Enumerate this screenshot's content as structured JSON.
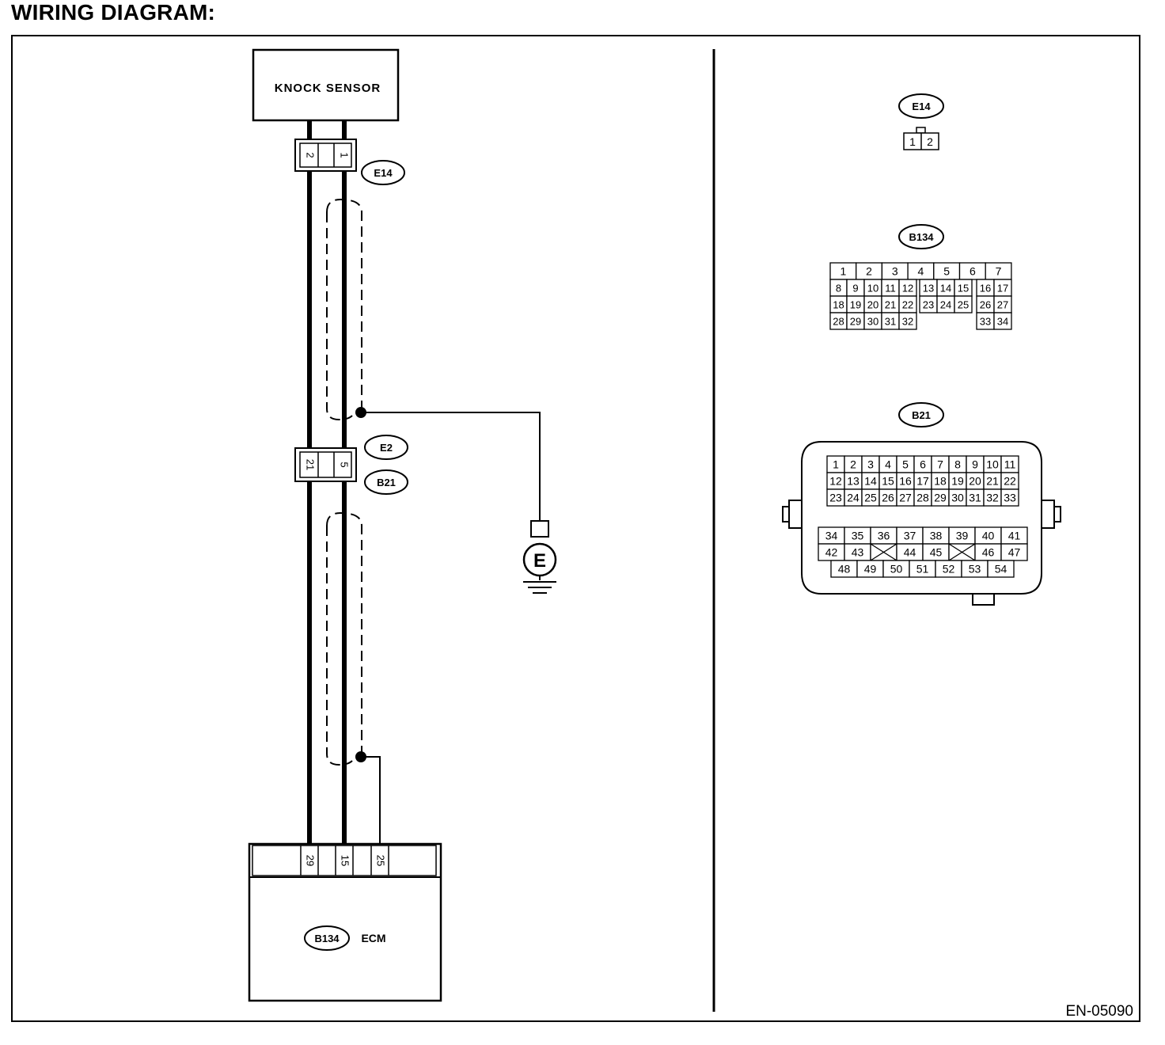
{
  "page": {
    "title": "WIRING DIAGRAM:",
    "figure_code": "EN-05090"
  },
  "knock_sensor": {
    "label": "KNOCK SENSOR"
  },
  "ecm": {
    "label": "ECM",
    "connector": "B134"
  },
  "ground": {
    "symbol": "E"
  },
  "connector_labels": {
    "e14": "E14",
    "e2": "E2",
    "b21": "B21"
  },
  "pins": {
    "e14_left": "2",
    "e14_right": "1",
    "b21_left": "21",
    "b21_right": "5",
    "ecm_a": "29",
    "ecm_b": "15",
    "ecm_c": "25"
  },
  "legend": {
    "e14": {
      "label": "E14",
      "pins": [
        "1",
        "2"
      ]
    },
    "b134": {
      "label": "B134",
      "rows": [
        [
          "1",
          "2",
          "3",
          "4",
          "5",
          "6",
          "7"
        ],
        [
          "8",
          "9",
          "10",
          "11",
          "12",
          "13",
          "14",
          "15",
          "16",
          "17"
        ],
        [
          "18",
          "19",
          "20",
          "21",
          "22",
          "23",
          "24",
          "25",
          "26",
          "27"
        ],
        [
          "28",
          "29",
          "30",
          "31",
          "32",
          "33",
          "34"
        ]
      ]
    },
    "b21": {
      "label": "B21",
      "rows": [
        [
          "1",
          "2",
          "3",
          "4",
          "5",
          "6",
          "7",
          "8",
          "9",
          "10",
          "11"
        ],
        [
          "12",
          "13",
          "14",
          "15",
          "16",
          "17",
          "18",
          "19",
          "20",
          "21",
          "22"
        ],
        [
          "23",
          "24",
          "25",
          "26",
          "27",
          "28",
          "29",
          "30",
          "31",
          "32",
          "33"
        ],
        [
          "34",
          "35",
          "36",
          "37",
          "38",
          "39",
          "40",
          "41"
        ],
        [
          "42",
          "43",
          "",
          "44",
          "45",
          "",
          "46",
          "47"
        ],
        [
          "48",
          "49",
          "50",
          "51",
          "52",
          "53",
          "54"
        ]
      ]
    }
  }
}
